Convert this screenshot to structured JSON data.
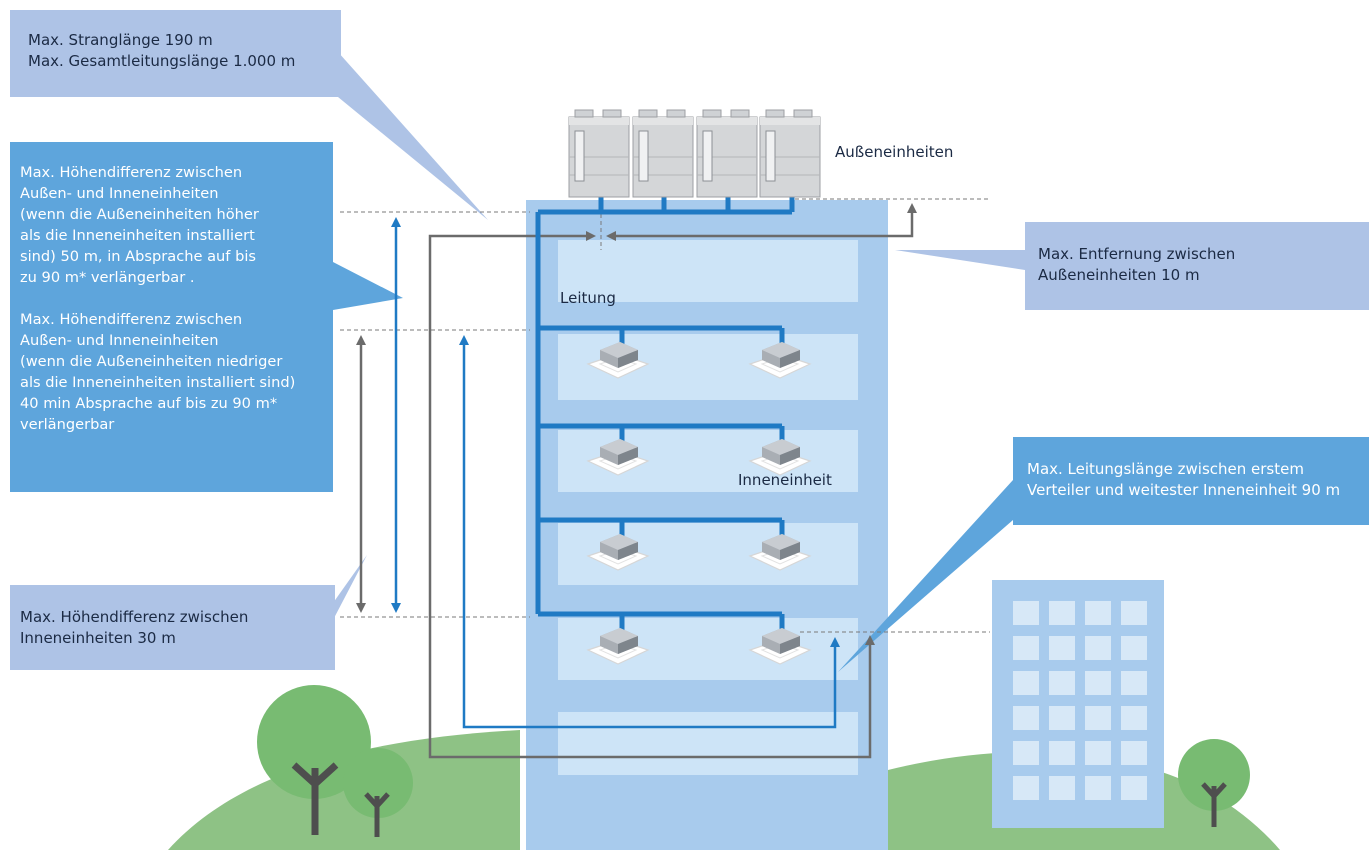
{
  "diagram": {
    "callouts": {
      "piping_lengths": [
        "Max. Stranglänge 190 m",
        "Max. Gesamtleitungslänge 1.000 m"
      ],
      "height_outdoor_higher": [
        "Max. Höhendifferenz zwischen",
        "Außen- und Inneneinheiten",
        "(wenn die Außeneinheiten höher",
        "als die Inneneinheiten installiert",
        "sind) 50 m, in Absprache auf bis",
        "zu 90 m* verlängerbar ."
      ],
      "height_outdoor_lower": [
        "Max. Höhendifferenz zwischen",
        "Außen- und Inneneinheiten",
        "(wenn die Außeneinheiten niedriger",
        "als die Inneneinheiten installiert sind)",
        "40 min Absprache auf bis zu 90 m*",
        "verlängerbar"
      ],
      "height_indoor": [
        "Max. Höhendifferenz zwischen",
        "Inneneinheiten 30 m"
      ],
      "outdoor_distance": [
        "Max. Entfernung zwischen",
        "Außeneinheiten 10 m"
      ],
      "pipe_after_branch": [
        "Max. Leitungslänge zwischen erstem",
        "Verteiler und weitester Inneneinheit 90 m"
      ]
    },
    "labels": {
      "outdoor_units": "Außeneinheiten",
      "pipe": "Leitung",
      "indoor_unit": "Inneneinheit"
    },
    "colors": {
      "building": "#a8cbed",
      "floor": "#cde4f7",
      "pipe": "#1f7ac4",
      "arrow_gray": "#6b6b6b",
      "callout_light": "#aec3e6",
      "callout_dark": "#5ea5dc",
      "hill": "#8ec285",
      "tree": "#78bb72",
      "trunk": "#4e4e4e"
    }
  }
}
